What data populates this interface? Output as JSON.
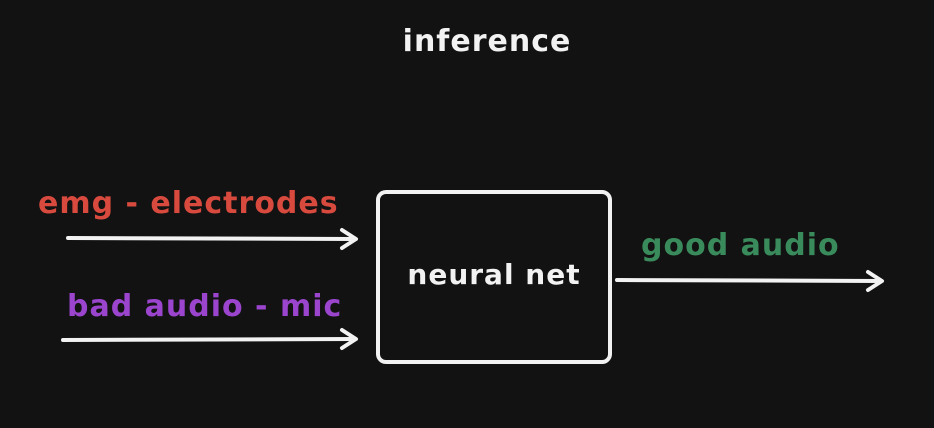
{
  "diagram": {
    "title": "inference",
    "inputs": [
      {
        "label": "emg - electrodes",
        "color": "#d84a3e"
      },
      {
        "label": "bad audio - mic",
        "color": "#9b45cf"
      }
    ],
    "node": {
      "label": "neural net"
    },
    "output": {
      "label": "good audio",
      "color": "#3a8b5c"
    },
    "line_color": "#f2f2f2",
    "background": "#121212"
  }
}
